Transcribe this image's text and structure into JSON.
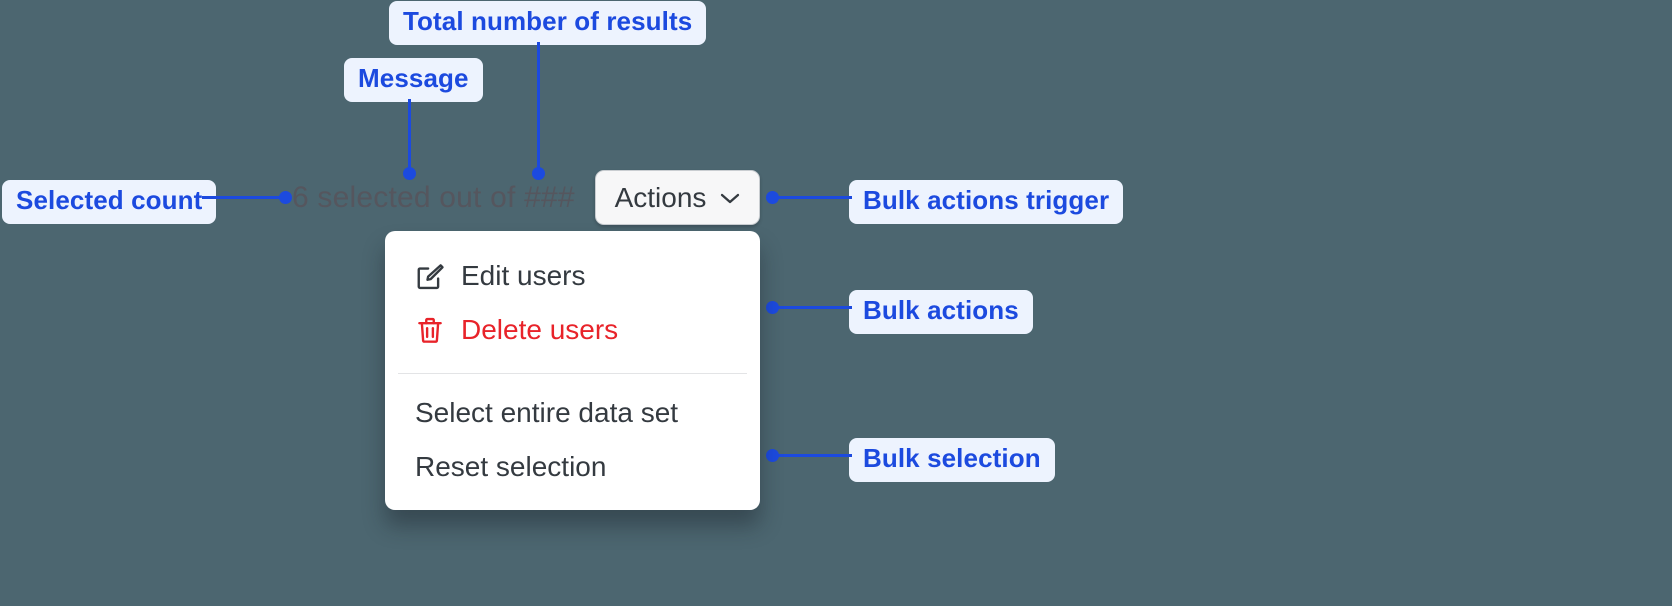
{
  "canvas": {
    "background_color": "#4C6670",
    "annotation_color": "#1C4ADF",
    "annotation_pill_bg": "#EDF3FE"
  },
  "annotations": [
    {
      "id": "total-results",
      "label": "Total number of results"
    },
    {
      "id": "message",
      "label": "Message"
    },
    {
      "id": "selected-count",
      "label": "Selected count"
    },
    {
      "id": "bulk-actions-trigger",
      "label": "Bulk actions trigger"
    },
    {
      "id": "bulk-actions",
      "label": "Bulk actions"
    },
    {
      "id": "bulk-selection",
      "label": "Bulk selection"
    }
  ],
  "component": {
    "status_text": "6 selected out of ###",
    "selected_count": "6",
    "total_results_placeholder": "###",
    "status_text_color": "#55565E",
    "trigger": {
      "label": "Actions",
      "icon": "chevron-down-icon",
      "background": "#F7F7F8",
      "text_color": "#343A40"
    },
    "menu": {
      "background": "#FFFFFF",
      "groups": [
        {
          "name": "bulk-actions",
          "items": [
            {
              "label": "Edit users",
              "icon": "edit-icon",
              "color": "#343A40"
            },
            {
              "label": "Delete users",
              "icon": "trash-icon",
              "color": "#E8232A"
            }
          ]
        },
        {
          "name": "bulk-selection",
          "items": [
            {
              "label": "Select entire data set",
              "icon": "none",
              "color": "#343A40"
            },
            {
              "label": "Reset selection",
              "icon": "none",
              "color": "#343A40"
            }
          ]
        }
      ]
    }
  }
}
